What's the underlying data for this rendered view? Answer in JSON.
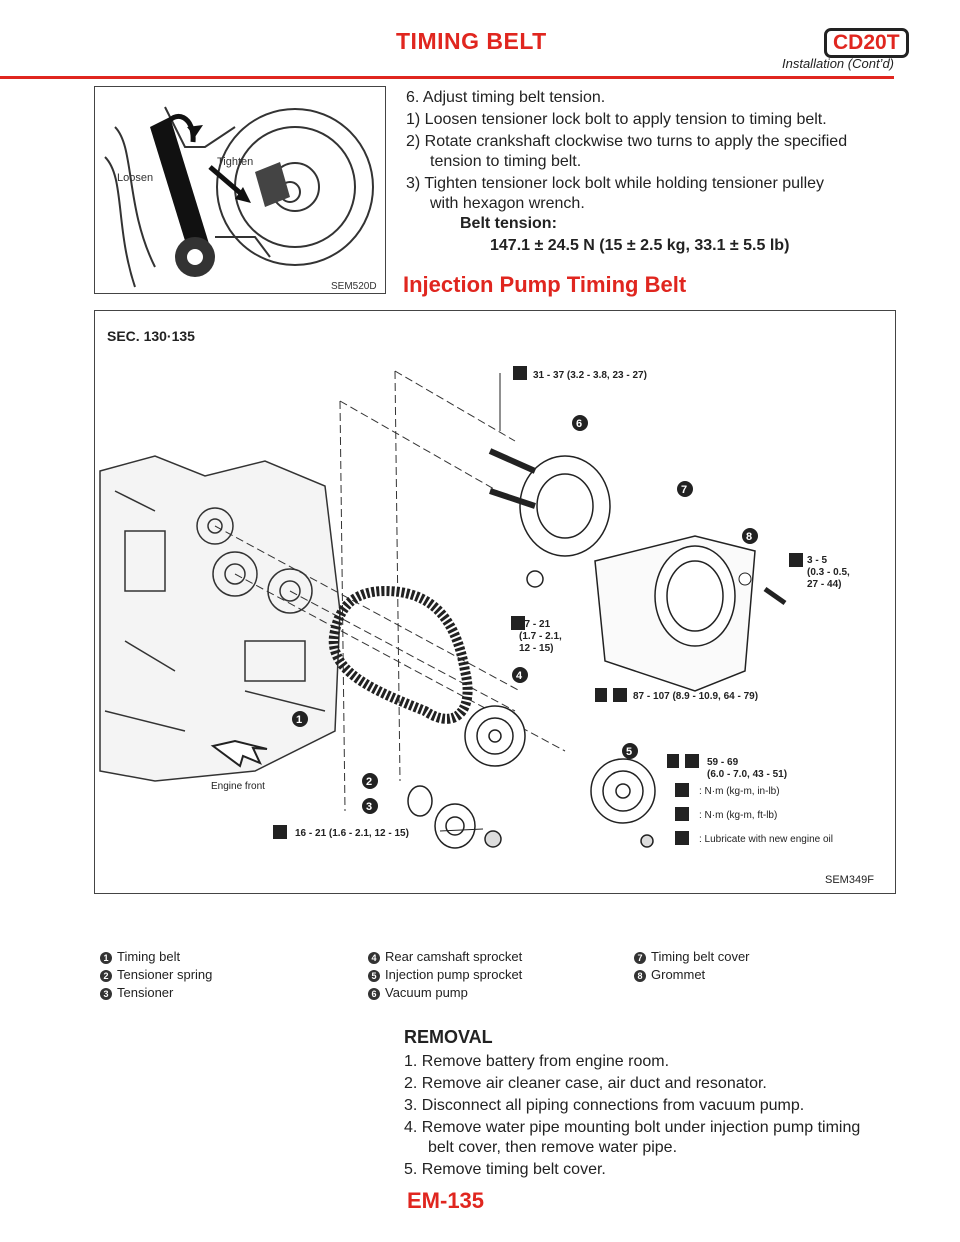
{
  "header": {
    "title": "TIMING BELT",
    "badge": "CD20T",
    "subtitle": "Installation (Cont’d)"
  },
  "figure1": {
    "code": "SEM520D",
    "labels": {
      "loosen": "Loosen",
      "tighten": "Tighten"
    }
  },
  "adjust": {
    "heading": "6. Adjust timing belt tension.",
    "steps": [
      "1) Loosen tensioner lock bolt to apply tension to timing belt.",
      "2) Rotate crankshaft clockwise two turns to apply the specified",
      "tension to timing belt.",
      "3) Tighten tensioner lock bolt while holding tensioner pulley",
      "with hexagon wrench."
    ],
    "spec_label": "Belt tension:",
    "spec_value": "147.1 ± 24.5 N (15 ± 2.5 kg, 33.1 ± 5.5 lb)"
  },
  "section_title": "Injection Pump Timing Belt",
  "figure2": {
    "sec": "SEC. 130·135",
    "code": "SEM349F",
    "engine_front": "Engine front",
    "torques": {
      "t1": "31 - 37 (3.2 - 3.8, 23 - 27)",
      "t2a": "3 - 5",
      "t2b": "(0.3 - 0.5,",
      "t2c": "27 - 44)",
      "t3a": "17 - 21",
      "t3b": "(1.7 - 2.1,",
      "t3c": "12 - 15)",
      "t4": "87 - 107 (8.9 - 10.9, 64 - 79)",
      "t5a": "59 - 69",
      "t5b": "(6.0 - 7.0, 43 - 51)",
      "t6": "16 - 21 (1.6 - 2.1, 12 - 15)"
    },
    "key": {
      "k1": ": N·m (kg-m, in-lb)",
      "k2": ": N·m (kg-m, ft-lb)",
      "k3": ": Lubricate with new engine oil"
    },
    "callouts": [
      "1",
      "2",
      "3",
      "4",
      "5",
      "6",
      "7",
      "8"
    ]
  },
  "parts": [
    {
      "num": "1",
      "name": "Timing belt"
    },
    {
      "num": "2",
      "name": "Tensioner spring"
    },
    {
      "num": "3",
      "name": "Tensioner"
    },
    {
      "num": "4",
      "name": "Rear camshaft sprocket"
    },
    {
      "num": "5",
      "name": "Injection pump sprocket"
    },
    {
      "num": "6",
      "name": "Vacuum pump"
    },
    {
      "num": "7",
      "name": "Timing belt cover"
    },
    {
      "num": "8",
      "name": "Grommet"
    }
  ],
  "removal": {
    "heading": "REMOVAL",
    "steps": [
      "1. Remove battery from engine room.",
      "2. Remove air cleaner case, air duct and resonator.",
      "3. Disconnect all piping connections from vacuum pump.",
      "4. Remove water pipe mounting bolt under injection pump timing",
      "belt cover, then remove water pipe.",
      "5. Remove timing belt cover."
    ]
  },
  "footer": {
    "page": "EM-135"
  }
}
